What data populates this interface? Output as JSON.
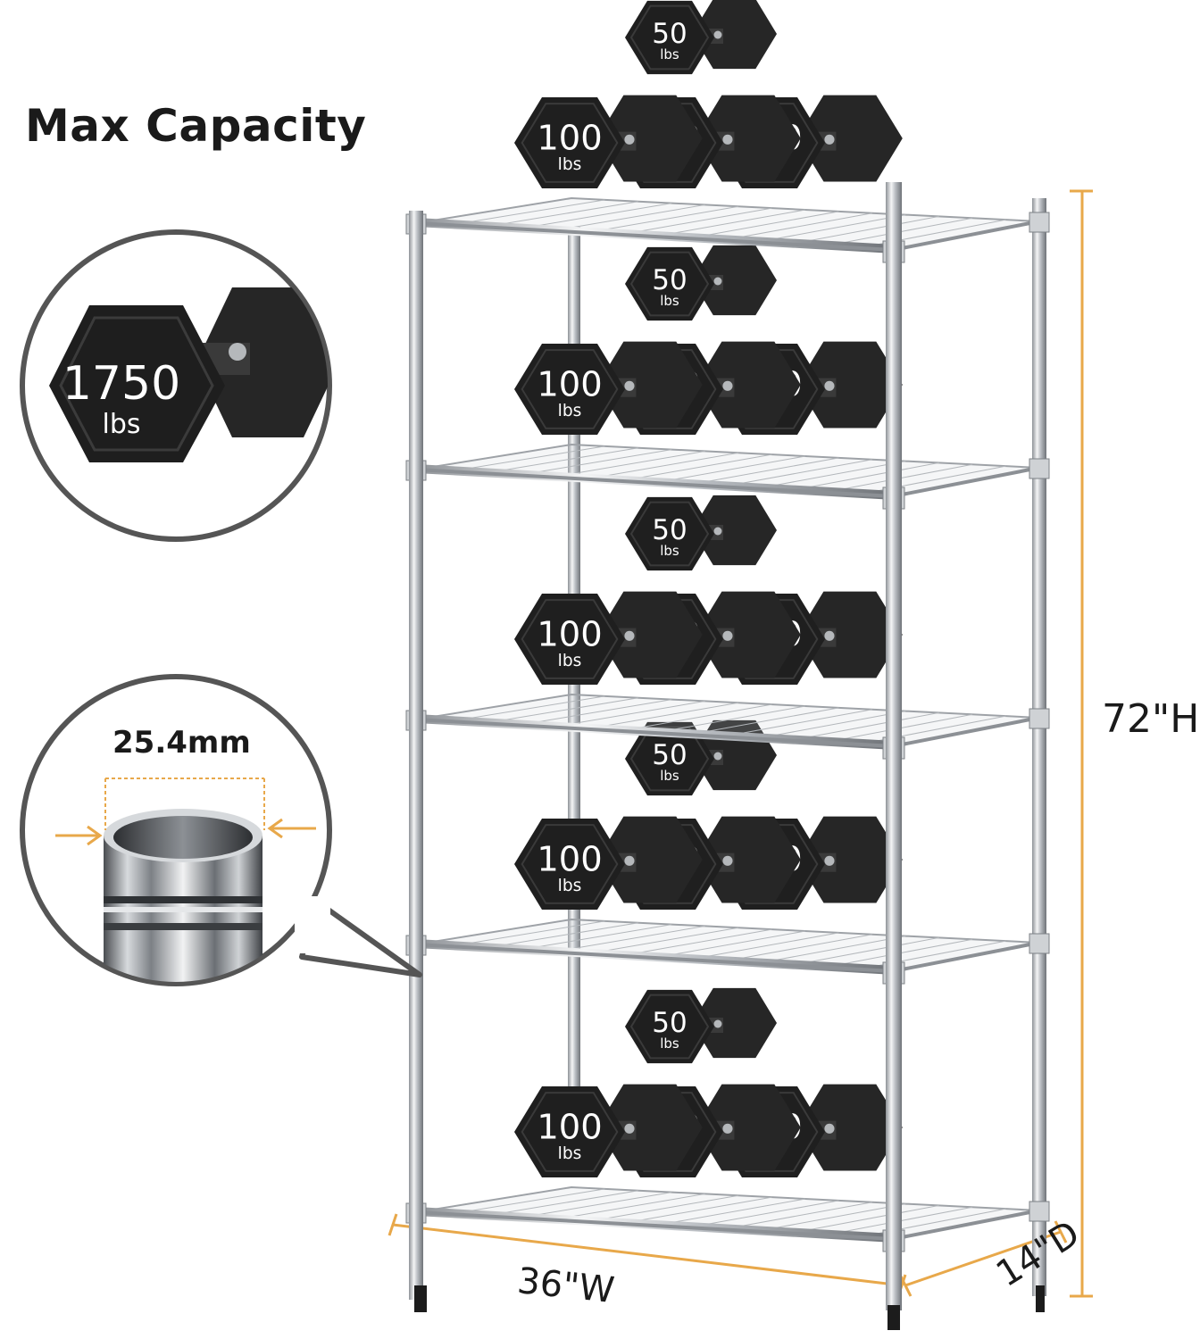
{
  "title": "Max Capacity",
  "callouts": {
    "capacity_weight": {
      "value": "1750",
      "unit": "lbs"
    },
    "tube_diameter": "25.4mm"
  },
  "dimensions": {
    "height": "72\"H",
    "width": "36\"W",
    "depth": "14\"D"
  },
  "colors": {
    "dimension_line": "#e8a84a",
    "dumbbell": "#2a2a2a",
    "chrome": "#c9ccd0",
    "callout_border": "#555555"
  },
  "shelves": [
    {
      "weights": [
        {
          "value": "50",
          "unit": "lbs"
        },
        {
          "value": "100",
          "unit": "lbs"
        },
        {
          "value": "100",
          "unit": "lbs"
        },
        {
          "value": "100",
          "unit": "lbs"
        }
      ]
    },
    {
      "weights": [
        {
          "value": "50",
          "unit": "lbs"
        },
        {
          "value": "100",
          "unit": "lbs"
        },
        {
          "value": "100",
          "unit": "lbs"
        },
        {
          "value": "100",
          "unit": "lbs"
        }
      ]
    },
    {
      "weights": [
        {
          "value": "50",
          "unit": "lbs"
        },
        {
          "value": "100",
          "unit": "lbs"
        },
        {
          "value": "100",
          "unit": "lbs"
        },
        {
          "value": "100",
          "unit": "lbs"
        }
      ]
    },
    {
      "weights": [
        {
          "value": "50",
          "unit": "lbs"
        },
        {
          "value": "100",
          "unit": "lbs"
        },
        {
          "value": "100",
          "unit": "lbs"
        },
        {
          "value": "100",
          "unit": "lbs"
        }
      ]
    },
    {
      "weights": [
        {
          "value": "50",
          "unit": "lbs"
        },
        {
          "value": "100",
          "unit": "lbs"
        },
        {
          "value": "100",
          "unit": "lbs"
        },
        {
          "value": "100",
          "unit": "lbs"
        }
      ]
    }
  ]
}
